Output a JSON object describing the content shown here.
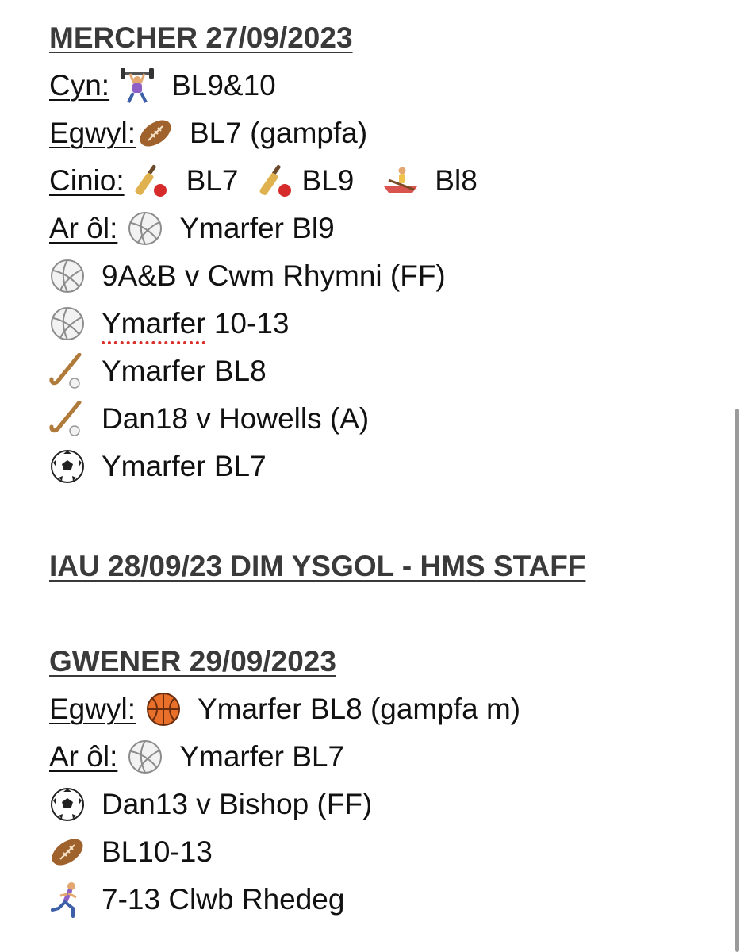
{
  "wednesday": {
    "heading": "MERCHER 27/09/2023",
    "before": {
      "label": "Cyn:",
      "icon": "weightlifting-icon",
      "text": "BL9&10"
    },
    "break": {
      "label": "Egwyl:",
      "icon": "rugby-ball-icon",
      "text": "BL7 (gampfa)"
    },
    "lunch": {
      "label": "Cinio:",
      "items": [
        {
          "icon": "cricket-icon",
          "text": "BL7"
        },
        {
          "icon": "cricket-icon",
          "text": "BL9"
        },
        {
          "icon": "rowing-icon",
          "text": "Bl8"
        }
      ]
    },
    "after": {
      "label": "Ar ôl:",
      "icon": "volleyball-icon",
      "text": "Ymarfer Bl9"
    },
    "extra": [
      {
        "icon": "volleyball-icon",
        "text": "9A&B v Cwm Rhymni (FF)"
      },
      {
        "icon": "volleyball-icon",
        "text_a": "Ymarfer",
        "text_b": " 10-13"
      },
      {
        "icon": "hockey-icon",
        "text": "Ymarfer BL8"
      },
      {
        "icon": "hockey-icon",
        "text": "Dan18 v Howells (A)"
      },
      {
        "icon": "soccer-ball-icon",
        "text": "Ymarfer BL7"
      }
    ]
  },
  "thursday": {
    "heading": "IAU 28/09/23 DIM YSGOL - HMS STAFF"
  },
  "friday": {
    "heading": "GWENER 29/09/2023",
    "break": {
      "label": "Egwyl:",
      "icon": "basketball-icon",
      "text": "Ymarfer BL8 (gampfa m)"
    },
    "after": {
      "label": "Ar ôl:",
      "icon": "volleyball-icon",
      "text": "Ymarfer BL7"
    },
    "extra": [
      {
        "icon": "soccer-ball-icon",
        "text": "Dan13 v Bishop (FF)"
      },
      {
        "icon": "rugby-ball-icon",
        "text": "BL10-13"
      },
      {
        "icon": "running-icon",
        "text": "7-13 Clwb Rhedeg"
      }
    ]
  },
  "colors": {
    "text": "#111111",
    "heading": "#3a3a3a",
    "spellcheck": "#d9302c"
  }
}
